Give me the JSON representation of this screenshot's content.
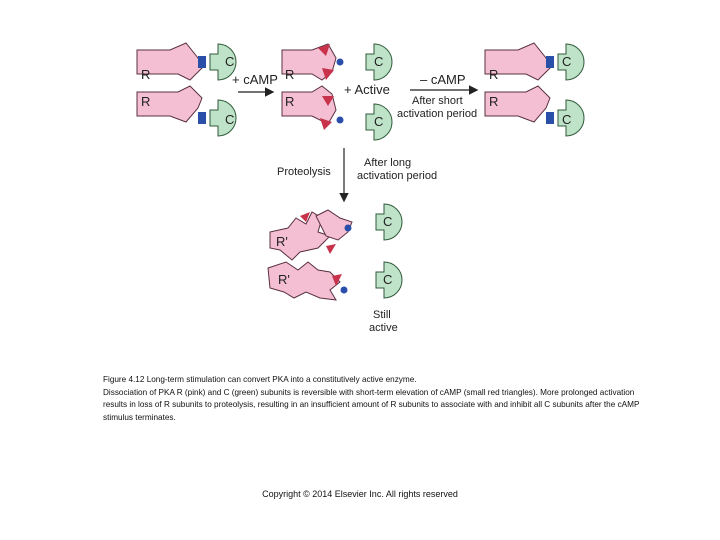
{
  "diagram": {
    "labels": {
      "r": "R",
      "c": "C",
      "r_prime": "R'",
      "plus_camp": "+ cAMP",
      "minus_camp": "– cAMP",
      "plus_active": "+ Active",
      "after_short_1": "After short",
      "after_short_2": "activation period",
      "proteolysis": "Proteolysis",
      "after_long_1": "After long",
      "after_long_2": "activation period",
      "still": "Still",
      "active": "active"
    },
    "colors": {
      "regulatory_subunit": "#f4bfd3",
      "catalytic_subunit": "#bfe3c8",
      "camp": "#c8324b",
      "pseudosubstrate_blue": "#2a4fa8"
    }
  },
  "caption": {
    "line1": "Figure 4.12 Long-term stimulation can convert PKA into a constitutively active enzyme.",
    "line2": "Dissociation of PKA R (pink) and C (green) subunits is reversible with short-term elevation of cAMP (small red triangles). More prolonged activation results in loss of R subunits to proteolysis, resulting in an insufficient amount of R subunits to associate with and inhibit all C subunits after the cAMP stimulus terminates."
  },
  "copyright": "Copyright © 2014 Elsevier Inc. All rights reserved"
}
